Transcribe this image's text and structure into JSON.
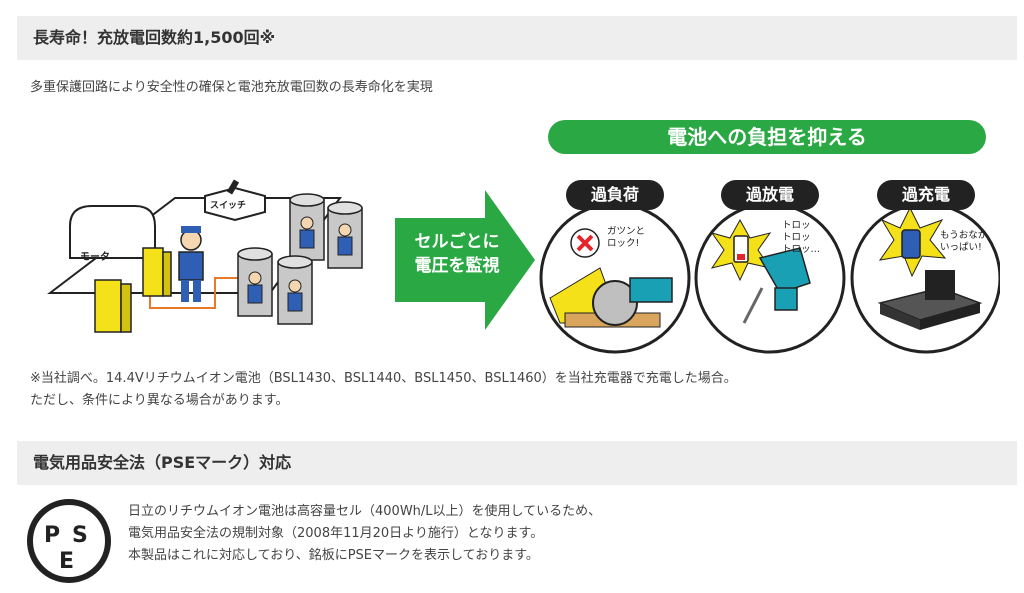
{
  "sections": {
    "longevity_title": "長寿命！充放電回数約1,500回※",
    "longevity_desc": "多重保護回路により安全性の確保と電池充放電回数の長寿命化を実現",
    "pse_title": "電気用品安全法（PSEマーク）対応"
  },
  "illustration": {
    "banner": "電池への負担を抑える",
    "arrow_line1": "セルごとに",
    "arrow_line2": "電圧を監視",
    "switch_tag": "スイッチ",
    "motor_tag": "モータ",
    "pills": [
      "過負荷",
      "過放電",
      "過充電"
    ],
    "bubble1_line1": "ガツンと",
    "bubble1_line2": "ロック!",
    "bubble2_line1": "トロッ",
    "bubble2_line2": "トロッ",
    "bubble2_line3": "トロッ…",
    "bubble3_line1": "もうおなか",
    "bubble3_line2": "いっぱい!"
  },
  "footnote": {
    "line1": "※当社調べ。14.4Vリチウムイオン電池（BSL1430、BSL1440、BSL1450、BSL1460）を当社充電器で充電した場合。",
    "line2": "ただし、条件により異なる場合があります。"
  },
  "pse": {
    "mark_p": "P",
    "mark_s": "S",
    "mark_e": "E",
    "line1": "日立のリチウムイオン電池は高容量セル（400Wh/L以上）を使用しているため、",
    "line2": "電気用品安全法の規制対象（2008年11月20日より施行）となります。",
    "line3": "本製品はこれに対応しており、銘板にPSEマークを表示しております。"
  },
  "colors": {
    "bar_bg": "#eeeeee",
    "green": "#2aa844",
    "pill_bg": "#222222",
    "yellow": "#f5e11a",
    "uniform_blue": "#2f5fb5",
    "cell_gray": "#c8c8c8"
  }
}
